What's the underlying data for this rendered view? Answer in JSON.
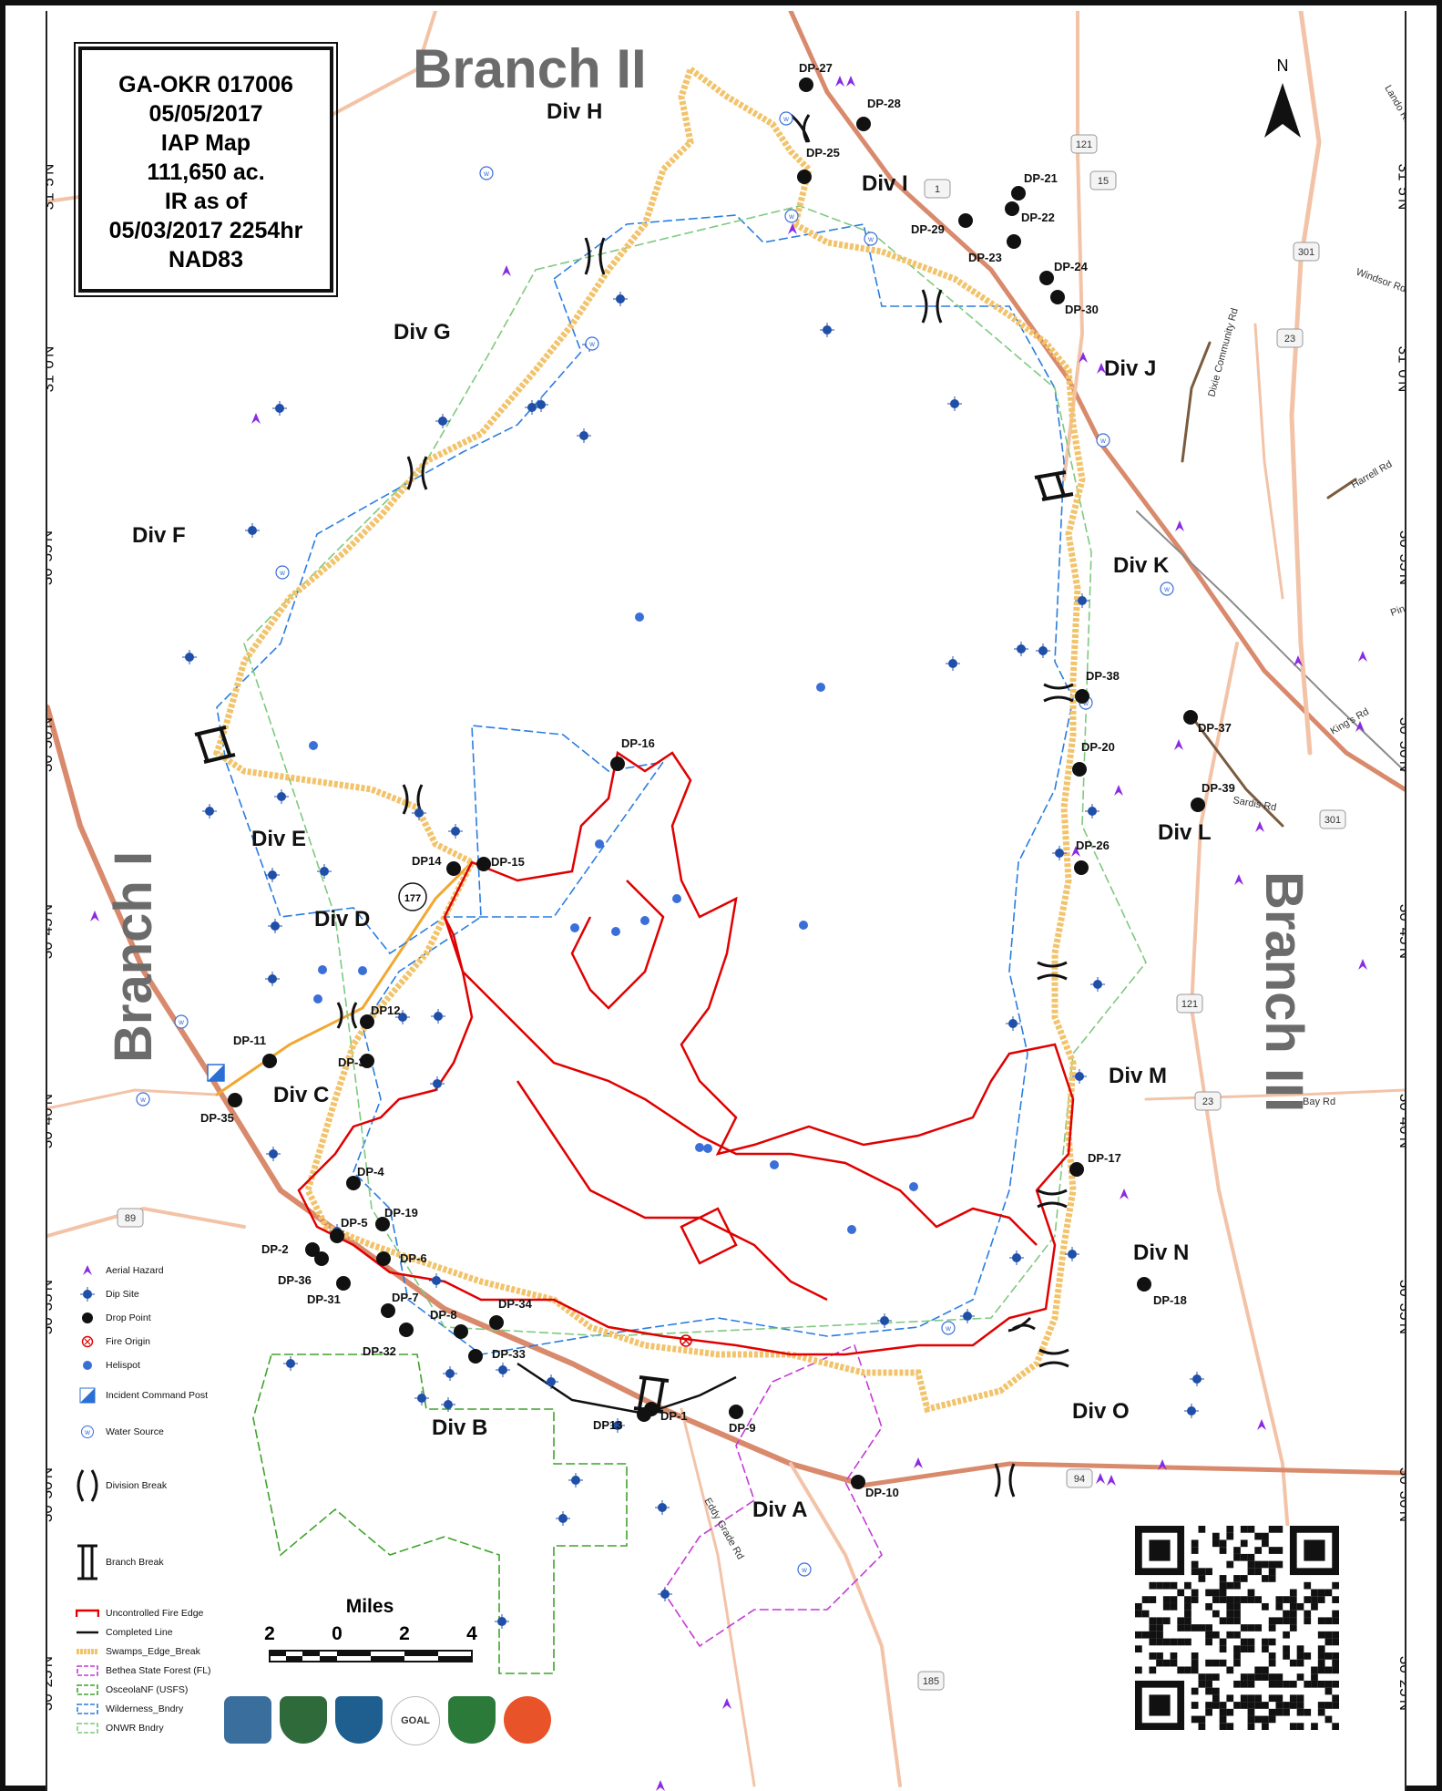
{
  "title_box": {
    "lines": [
      "GA-OKR 017006",
      "05/05/2017",
      "IAP Map",
      "111,650 ac.",
      "IR as of",
      "05/03/2017 2254hr",
      "NAD83"
    ]
  },
  "branches": {
    "branch_1": "Branch I",
    "branch_2": "Branch II",
    "branch_3": "Branch III"
  },
  "divisions": [
    "Div A",
    "Div B",
    "Div C",
    "Div D",
    "Div E",
    "Div F",
    "Div G",
    "Div H",
    "Div I",
    "Div J",
    "Div K",
    "Div L",
    "Div M",
    "Div N",
    "Div O"
  ],
  "drop_points": [
    "DP-1",
    "DP-2",
    "DP-3",
    "DP-4",
    "DP-5",
    "DP-6",
    "DP-7",
    "DP-8",
    "DP-9",
    "DP-10",
    "DP-11",
    "DP12",
    "DP13",
    "DP14",
    "DP-15",
    "DP-16",
    "DP-17",
    "DP-18",
    "DP-19",
    "DP-20",
    "DP-21",
    "DP-22",
    "DP-23",
    "DP-24",
    "DP-25",
    "DP-26",
    "DP-27",
    "DP-28",
    "DP-29",
    "DP-30",
    "DP-31",
    "DP-32",
    "DP-33",
    "DP-34",
    "DP-35",
    "DP-36",
    "DP-37",
    "DP-38",
    "DP-39"
  ],
  "route_shields": [
    "1",
    "121",
    "15",
    "301",
    "23",
    "121",
    "23",
    "301",
    "89",
    "185",
    "94",
    "177"
  ],
  "road_names": [
    "Bay Rd",
    "Windsor Rd",
    "Dixie Community Rd",
    "Harrell Rd",
    "Lando Rd",
    "Eddy Grade Rd",
    "Pine Grove Rd",
    "Sardis Rd",
    "King's Rd"
  ],
  "north_arrow": "N",
  "latitude_labels": [
    "31°5'N",
    "31°0'N",
    "30°55'N",
    "30°50'N",
    "30°45'N",
    "30°40'N",
    "30°35'N",
    "30°30'N",
    "30°25'N"
  ],
  "scale_bar": {
    "unit": "Miles",
    "ticks": [
      "2",
      "0",
      "2",
      "4"
    ]
  },
  "legend": {
    "aerial_hazard": "Aerial Hazard",
    "dip_site": "Dip Site",
    "drop_point": "Drop Point",
    "fire_origin": "Fire Origin",
    "helispot": "Helispot",
    "icp": "Incident Command Post",
    "water_source": "Water Source",
    "division_break": "Division Break",
    "branch_break": "Branch Break",
    "uncontrolled": "Uncontrolled Fire Edge",
    "completed": "Completed Line",
    "swamps": "Swamps_Edge_Break",
    "bethea": "Bethea State Forest (FL)",
    "osceola": "OsceolaNF (USFS)",
    "wilderness": "Wilderness_Bndry",
    "onwr": "ONWR Bndry"
  },
  "logos": [
    "GOAL"
  ],
  "colors": {
    "fire_edge": "#e00000",
    "swamp_edge": "#f2c36b",
    "wilderness": "#2a7de1",
    "onwr": "#7fc97f",
    "osceola": "#3fa32a",
    "bethea": "#c43ad6",
    "road_major": "#d98a6c",
    "road_minor": "#f3c3a8",
    "dip_site": "#1f4fa8",
    "helispot": "#3b6fd8",
    "aerial_hazard": "#8a2be2"
  }
}
